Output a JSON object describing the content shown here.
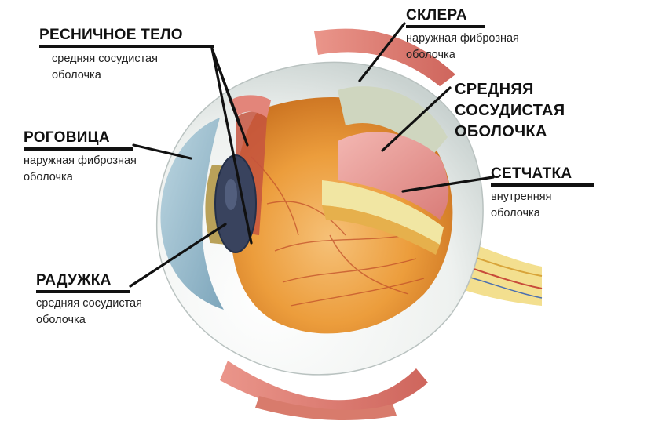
{
  "labels": {
    "ciliary": {
      "title": "РЕСНИЧНОЕ ТЕЛО",
      "sub1": "средняя сосудистая",
      "sub2": "оболочка"
    },
    "cornea": {
      "title": "РОГОВИЦА",
      "sub1": "наружная фиброзная",
      "sub2": "оболочка"
    },
    "iris": {
      "title": "РАДУЖКА",
      "sub1": "средняя сосудистая",
      "sub2": "оболочка"
    },
    "sclera": {
      "title": "СКЛЕРА",
      "sub1": "наружная фиброзная",
      "sub2": "оболочка"
    },
    "choroid": {
      "line1": "СРЕДНЯЯ",
      "line2": "СОСУДИСТАЯ",
      "line3": "ОБОЛОЧКА"
    },
    "retina": {
      "title": "СЕТЧАТКА",
      "sub1": "внутренняя",
      "sub2": "оболочка"
    }
  },
  "colors": {
    "sclera": "#f4f6f4",
    "vitreous": "#e8922a",
    "choroid": "#e89a9a",
    "retina_layer": "#efe3a8",
    "cornea": "#8fb8cc",
    "lens": "#39435e",
    "muscle": "#d66a5e",
    "leader": "#111111"
  }
}
